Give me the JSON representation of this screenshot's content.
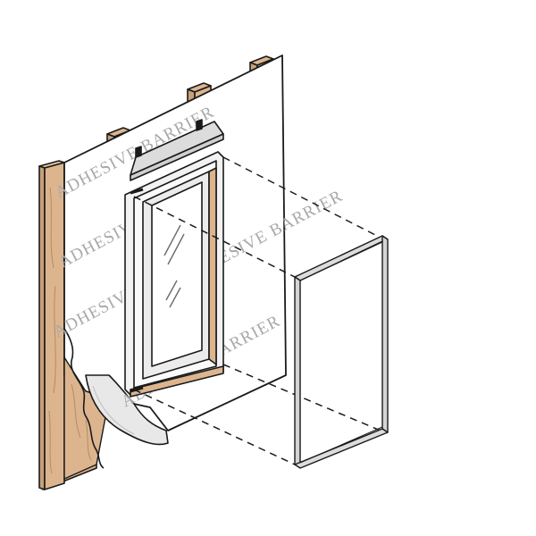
{
  "illustration": {
    "watermark_text": "ADHESIVE BARRIER",
    "watermark_fragments": [
      "ADHESIVE BARRIER",
      "ADHESIVE BARRIER",
      "ADHESIVE BARRIER",
      "ADHESIVE BARRIER",
      "ADHESIVE BARRIER"
    ],
    "colors": {
      "wood": "#dcb58f",
      "wood_grain": "#b88a60",
      "outline": "#1a1a1a",
      "barrier_sheet": "#ffffff",
      "peel_shadow": "#e6e6e6",
      "window_frame": "#f2f2f2",
      "glass_glint": "#6a6a6a",
      "flashing_strip": "#dcdcdc"
    }
  }
}
